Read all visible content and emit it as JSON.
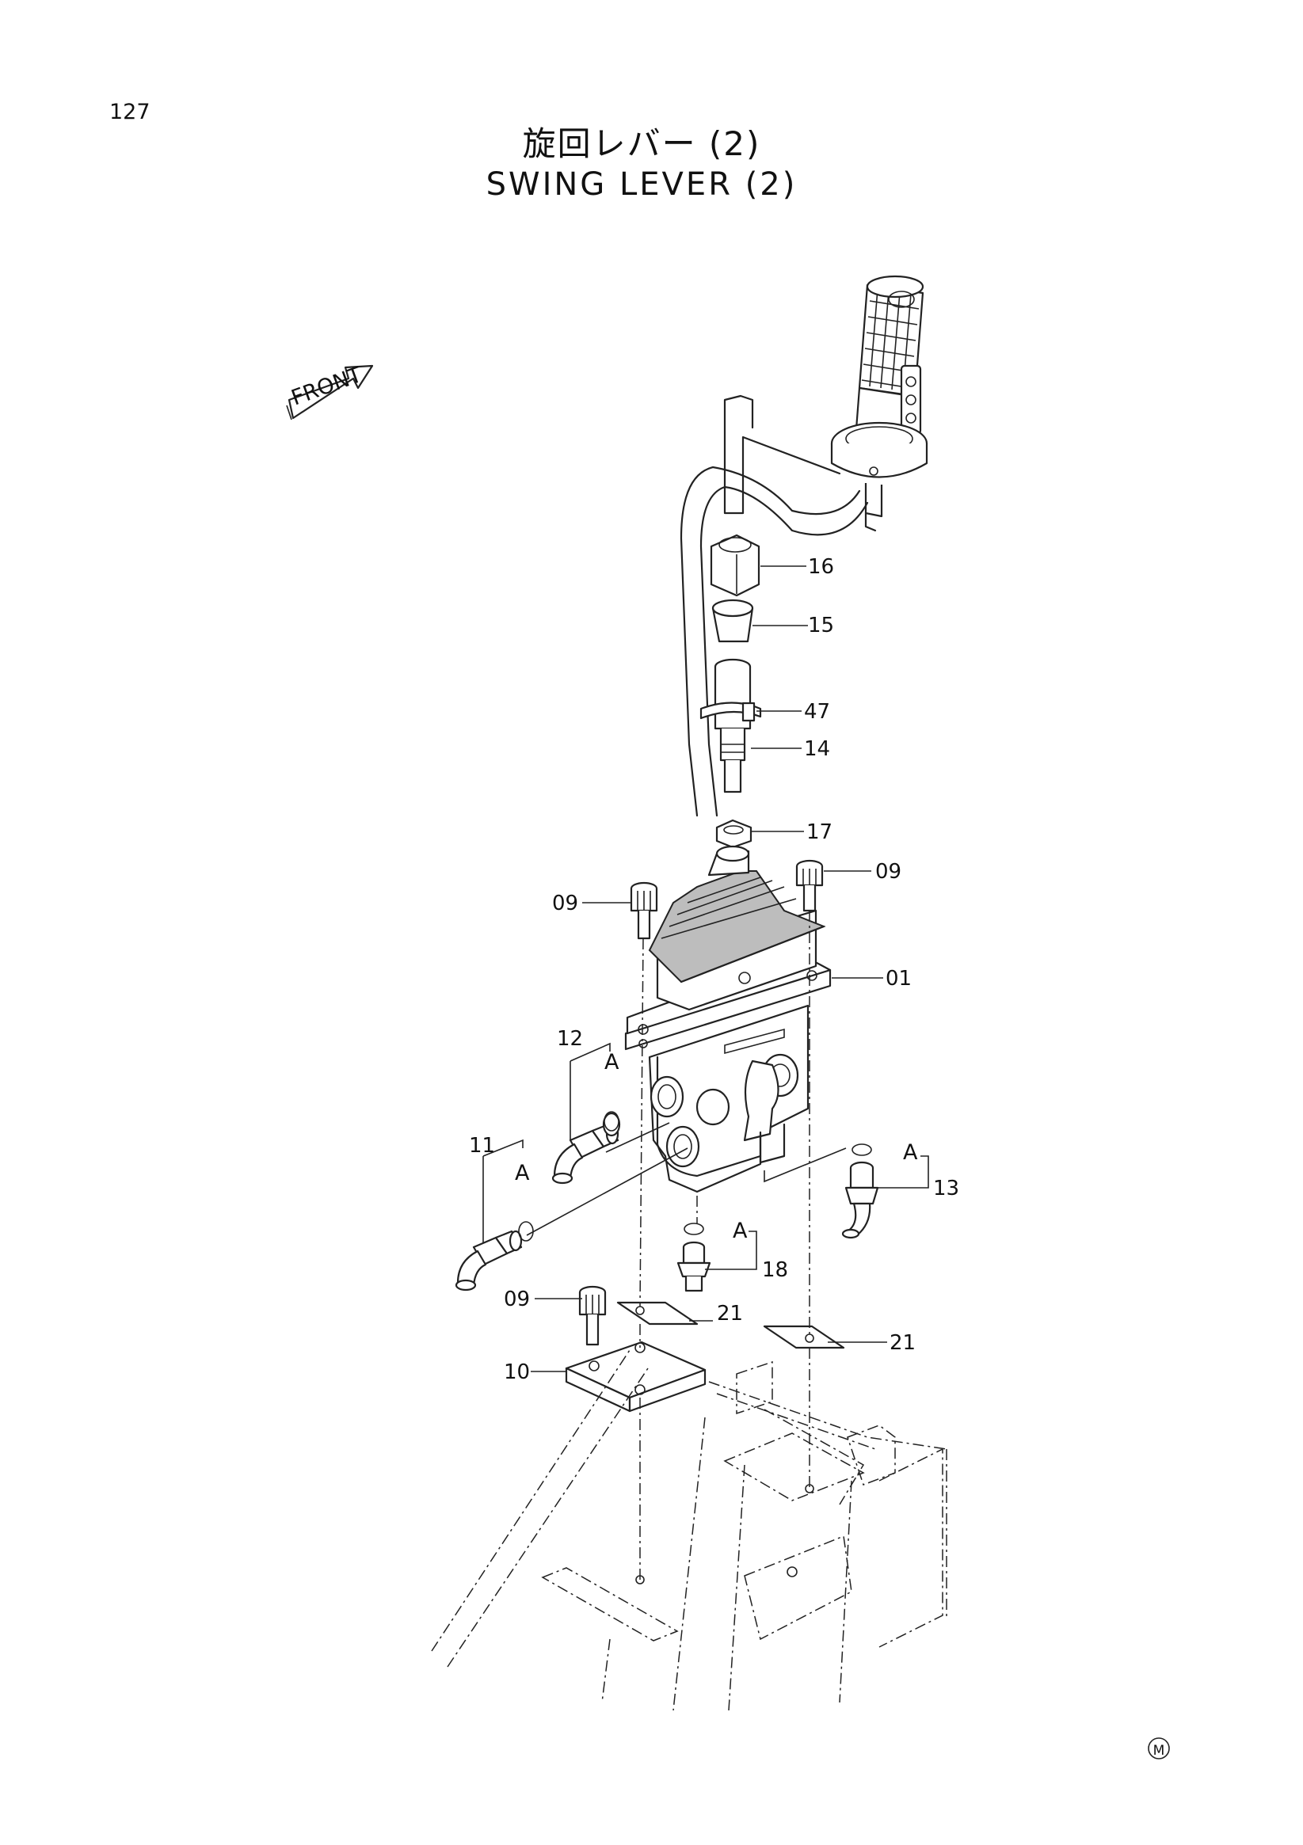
{
  "header": {
    "page_number": "127",
    "title_jp": "旋回レバー (2)",
    "title_en": "SWING LEVER (2)"
  },
  "orientation": {
    "front_label": "FRONT"
  },
  "callouts": {
    "p16": "16",
    "p15": "15",
    "p47": "47",
    "p14": "14",
    "p17": "17",
    "p09a": "09",
    "p09b": "09",
    "p09c": "09",
    "p01": "01",
    "p12": "12",
    "p11": "11",
    "p13": "13",
    "p18": "18",
    "p21a": "21",
    "p21b": "21",
    "p10": "10"
  },
  "detail_refs": {
    "a1": "A",
    "a2": "A",
    "a3": "A",
    "a4": "A"
  },
  "footer": {
    "mark": "M"
  }
}
